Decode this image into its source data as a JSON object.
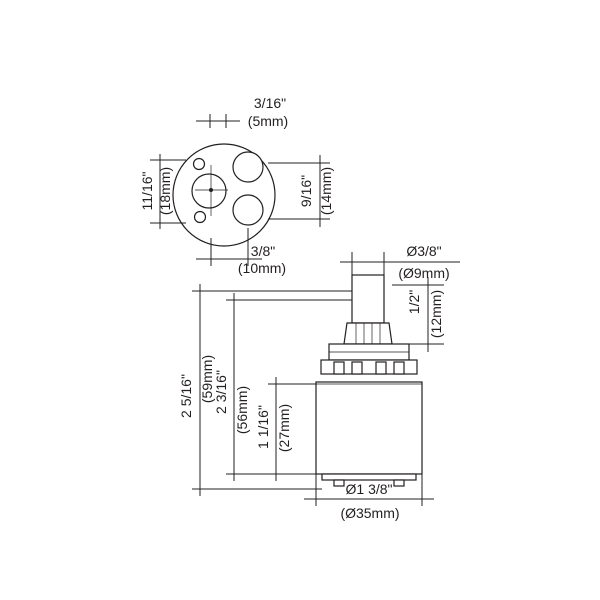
{
  "top_view": {
    "hole_offset_in": "3/16\"",
    "hole_offset_mm": "(5mm)",
    "width_in": "11/16\"",
    "width_mm": "(18mm)",
    "port_in": "9/16\"",
    "port_mm": "(14mm)",
    "pitch_in": "3/8\"",
    "pitch_mm": "(10mm)"
  },
  "side_view": {
    "stem_dia_in": "Ø3/8\"",
    "stem_dia_mm": "(Ø9mm)",
    "stem_len_in": "1/2\"",
    "stem_len_mm": "(12mm)",
    "total_height_in": "2 5/16\"",
    "total_height_mm": "(59mm)",
    "body_height_in": "2 3/16\"",
    "body_height_mm": "(56mm)",
    "base_height_in": "1 1/16\"",
    "base_height_mm": "(27mm)",
    "body_dia_in": "Ø1 3/8\"",
    "body_dia_mm": "(Ø35mm)"
  }
}
